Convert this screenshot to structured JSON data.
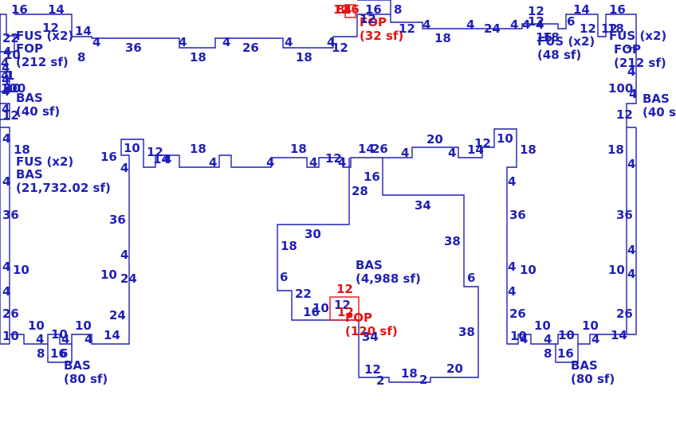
{
  "colors": {
    "main": "#1f1fb8",
    "accent": "#e01414"
  },
  "labels": {
    "fus_tl": "FUS (x2)",
    "fop_tl": "FOP",
    "fop_tl_area": "(212 sf)",
    "bas_l": "BAS",
    "bas_l_area": "(40 sf)",
    "fus_main": "FUS (x2)",
    "bas_main": "BAS",
    "bas_main_area": "(21,732.02 sf)",
    "bas_center": "BAS",
    "bas_center_area": "(4,988 sf)",
    "fop_center": "FOP",
    "fop_center_area": "(120 sf)",
    "fop_top": "FOP",
    "fop_top_area": "(32 sf)",
    "fus_tr": "FUS (x2)",
    "fus_tr_area": "(48 sf)",
    "fus_tr2": "FUS (x2)",
    "fop_tr": "FOP",
    "fop_tr_area": "(212 sf)",
    "bas_r": "BAS",
    "bas_r_area": "(40 s",
    "bas_bl": "BAS",
    "bas_bl_area": "(80 sf)",
    "bas_br": "BAS",
    "bas_br_area": "(80 sf)"
  },
  "dims": {
    "d01": "16",
    "d02": "14",
    "d03": "22",
    "d04": "12",
    "d05": "14",
    "d06": "4",
    "d07": "36",
    "d08": "8",
    "d09": "4",
    "d10": "18",
    "d11": "4",
    "d12": "26",
    "d13": "4",
    "d14": "18",
    "d15": "4",
    "d16": "12",
    "d17": "10",
    "d18": "4",
    "d19": "4",
    "d20": "4",
    "d21": "10",
    "d22": "4",
    "d23": "12",
    "d24": "4",
    "d25": "18",
    "d26": "4",
    "d27": "36",
    "d28": "4",
    "d29": "10",
    "d30": "4",
    "d31": "26",
    "d32": "10",
    "d33": "10",
    "d34": "4",
    "d35": "8",
    "d36": "10",
    "d37": "4",
    "d38": "16",
    "d39": "6",
    "d40": "10",
    "d41": "4",
    "d42": "14",
    "d43": "16",
    "d44": "10",
    "d45": "4",
    "d46": "12",
    "d47": "14",
    "d48": "36",
    "d49": "18",
    "d50": "4",
    "d51": "4",
    "d52": "24",
    "d53": "10",
    "d54": "4",
    "d55": "24",
    "d56": "4",
    "d57": "18",
    "d58": "4",
    "d59": "12",
    "d60": "14",
    "d61": "4",
    "d62": "26",
    "d63": "4",
    "d64": "20",
    "d65": "4",
    "d66": "14",
    "d67": "12",
    "d68": "10",
    "d69": "16",
    "d70": "28",
    "d71": "34",
    "d72": "30",
    "d73": "18",
    "d74": "38",
    "d75": "6",
    "d76": "6",
    "d77": "22",
    "d78": "16",
    "d79": "10",
    "d80": "12",
    "d81": "38",
    "d82": "34",
    "d83": "12",
    "d84": "18",
    "d85": "20",
    "d86": "2",
    "d87": "2",
    "d88": "18",
    "d89": "4",
    "d90": "36",
    "d91": "4",
    "d92": "10",
    "d93": "4",
    "d94": "26",
    "d95": "10",
    "d96": "10",
    "d97": "10",
    "d98": "4",
    "d99": "10",
    "e01": "4",
    "e02": "8",
    "e03": "16",
    "e04": "4",
    "e05": "14",
    "e06": "18",
    "e07": "4",
    "e08": "36",
    "e09": "4",
    "e10": "10",
    "e11": "4",
    "e12": "26",
    "e13": "12",
    "e14": "4",
    "e15": "100",
    "e16": "16",
    "e17": "14",
    "e18": "12",
    "e19": "6",
    "e20": "12",
    "e21": "4",
    "e22": "4",
    "e23": "4",
    "e24": "18",
    "e25": "24",
    "e26": "4",
    "e27": "12",
    "e28": "12",
    "e29": "16",
    "e30": "8",
    "e31": "12",
    "e32": "4",
    "e33": "18",
    "e34": "16",
    "e35": "12",
    "e36": "12",
    "e37": "8",
    "e38": "100",
    "e39": "16",
    "e40": "4",
    "e41": "4",
    "e42": "1",
    "e43": "4",
    "e44": "4",
    "e45": "12",
    "e46": "12",
    "e47": "4",
    "e48": "18",
    "e49": "4"
  }
}
